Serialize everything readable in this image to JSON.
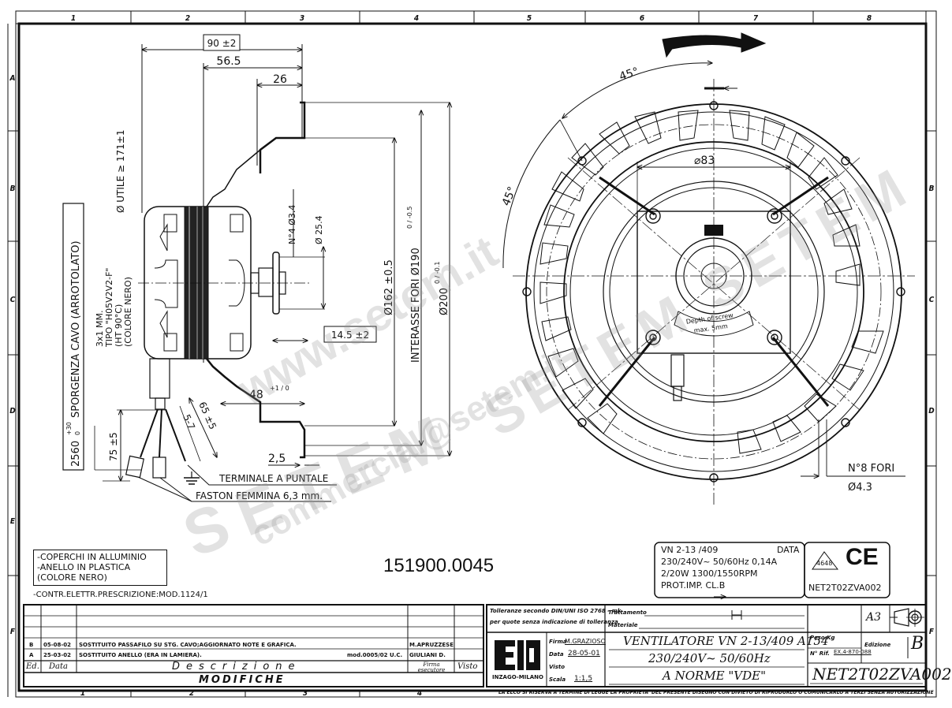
{
  "frame": {
    "column_labels": [
      "1",
      "2",
      "3",
      "4",
      "5",
      "6",
      "7",
      "8"
    ],
    "row_labels": [
      "A",
      "B",
      "C",
      "D",
      "E",
      "F"
    ],
    "bottom_column_labels": [
      "1",
      "2",
      "3",
      "4"
    ]
  },
  "side_view": {
    "dim_overall": "90 ±2",
    "dim_56": "56.5",
    "dim_26": "26",
    "dim_useful_dia": "Ø UTILE ≥ 171±1",
    "cable_spec": [
      "3x1 MM.",
      "TIPO \"H05V2V2-F\"",
      "(HT 90°C)",
      "(COLORE NERO)"
    ],
    "cable_length": "2560 +30/0 SPORGENZA CAVO (ARROTOLATO)",
    "cable_length_value": "2560",
    "cable_length_tol_plus": "+30",
    "cable_length_tol_minus": "0",
    "cable_length_desc": "SPORGENZA CAVO (ARROTOLATO)",
    "dim_holes": "N°4 Ø3.4",
    "dim_hub": "Ø 25.4",
    "dim_hub_offset": "14.5 ±2",
    "dim_162": "Ø162 ±0.5",
    "dim_190": "INTERASSE FORI Ø190",
    "dim_190_tol": "0 / -0.5",
    "dim_200": "Ø200",
    "dim_200_tol": "0 / -0.1",
    "dim_48": "48",
    "dim_48_tol": "+1 / 0",
    "dim_2_5": "2,5",
    "dim_75": "75 ±5",
    "dim_65": "65 ±5",
    "dim_5_7": "5-7",
    "label_terminal": "TERMINALE A PUNTALE",
    "label_faston": "FASTON FEMMINA 6,3 mm."
  },
  "front_view": {
    "angle_1": "45°",
    "angle_2": "45°",
    "dim_square": "⌀83",
    "label_screw": "Depth of screw",
    "label_screw_2": "max. 5mm",
    "holes_label": "N°8 FORI",
    "holes_dia": "Ø4.3",
    "rotation_direction": "clockwise-arrow"
  },
  "notes": {
    "materials": [
      "-COPERCHI IN ALLUMINIO",
      "-ANELLO IN PLASTICA",
      " (COLORE NERO)"
    ],
    "electrical": "-CONTR.ELETTR.PRESCRIZIONE:MOD.1124/1"
  },
  "part_number": "151900.0045",
  "rating_plate": {
    "line1_left": "VN  2-13  /409",
    "line1_right": "DATA",
    "line2": "230/240V~ 50/60Hz  0,14A",
    "line3": "2/20W  1300/1550RPM",
    "line4": "PROT.IMP.  CL.B",
    "cert_mark": "4648",
    "ce_mark": "CE",
    "code": "NET2T02ZVA002"
  },
  "revisions": {
    "header": {
      "ed": "Ed.",
      "date": "Data",
      "description": "Descrizione",
      "signed": "Firma esecutore",
      "visto": "Visto"
    },
    "title": "MODIFICHE",
    "rows": [
      {
        "ed": "B",
        "date": "05-08-02",
        "description": "SOSTITUITO PASSAFILO SU STG. CAVO;AGGIORNATO NOTE E GRAFICA.",
        "note": "",
        "signed": "M.APRUZZESE"
      },
      {
        "ed": "A",
        "date": "25-03-02",
        "description": "SOSTITUITO ANELLO (ERA IN LAMIERA).",
        "note": "mod.0005/02 U.C.",
        "signed": "GIULIANI D."
      }
    ]
  },
  "title_block": {
    "tolerance_note_1": "Tolleranze secondo DIN/UNI ISO 2768 - mk",
    "tolerance_note_2": "per quote senza indicazione di tolleranza",
    "treatment_label": "Trattamento",
    "treatment_value": "H",
    "material_label": "Materiale",
    "material_value": "",
    "sheet_size": "A3",
    "company_logo": "ELCO",
    "company_location": "INZAGO-MILANO",
    "signed_label": "Firma",
    "signed_value": "M.GRAZIOSO",
    "date_label": "Data",
    "date_value": "28-05-01",
    "visto_label": "Visto",
    "visto_value": "",
    "scale_label": "Scala",
    "scale_value": "1:1,5",
    "title_line1": "VENTILATORE VN 2-13/409 A154",
    "title_line2": "230/240V~ 50/60Hz",
    "title_line3": "A NORME \"VDE\"",
    "weight_label": "Peso Kg",
    "weight_value": "",
    "ref_label": "N° Rif.",
    "ref_value": "EX.4-870-088",
    "edition_label": "Edizione",
    "edition_value": "B",
    "drawing_number": "NET2T02ZVA002",
    "copyright": "LA ELCO SI RISERVA A TERMINE DI LEGGE LA PROPRIETA' DEL PRESENTE DISEGNO CON DIVIETO DI RIPRODURLO O COMUNICARLO A TERZI SENZA AUTORIZZAZIONE"
  },
  "watermark": {
    "line1": "www.setem.it",
    "line2": "SETEM",
    "line3": "commercial@setem.it",
    "line4": "SETEM SETEM"
  }
}
